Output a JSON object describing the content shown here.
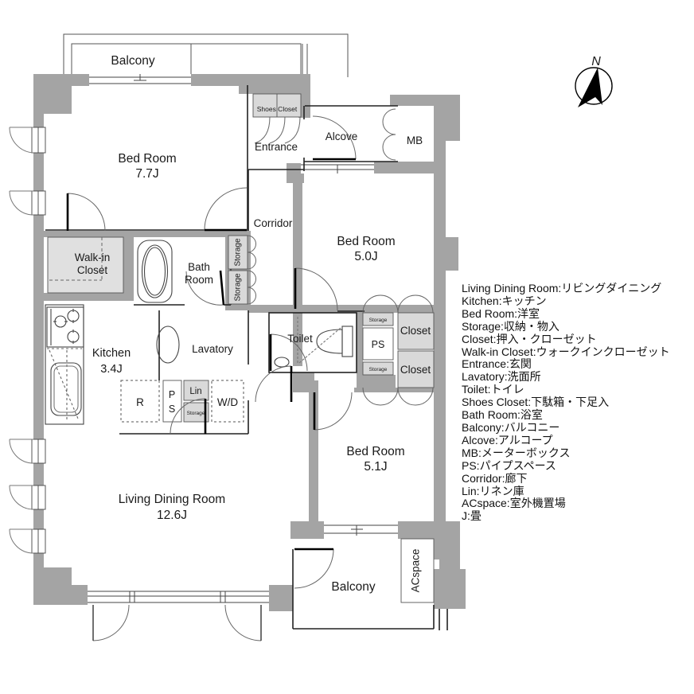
{
  "compass": {
    "north_label": "N"
  },
  "labels": {
    "balcony": "Balcony",
    "bedroom": "Bed Room",
    "bedroom1_size": "7.7J",
    "bedroom2_size": "5.0J",
    "bedroom3_size": "5.1J",
    "shoes_closet": "Shoes Closet",
    "entrance": "Entrance",
    "alcove": "Alcove",
    "mb": "MB",
    "corridor": "Corridor",
    "walk_in_1": "Walk-in",
    "walk_in_2": "Closet",
    "bath_1": "Bath",
    "bath_2": "Room",
    "storage": "Storage",
    "kitchen": "Kitchen",
    "kitchen_size": "3.4J",
    "lavatory": "Lavatory",
    "toilet": "Toilet",
    "ps_p": "P",
    "ps_s": "S",
    "ps": "PS",
    "lin": "Lin",
    "refrigerator": "R",
    "washer_dryer": "W/D",
    "closet": "Closet",
    "living": "Living Dining Room",
    "living_size": "12.6J",
    "acspace": "ACspace"
  },
  "legend": {
    "items": [
      "Living Dining Room:リビングダイニング",
      "Kitchen:キッチン",
      "Bed Room:洋室",
      "Storage:収納・物入",
      "Closet:押入・クローゼット",
      "Walk-in Closet:ウォークインクローゼット",
      "Entrance:玄関",
      "Lavatory:洗面所",
      "Toilet:トイレ",
      "Shoes Closet:下駄箱・下足入",
      "Bath Room:浴室",
      "Balcony:バルコニー",
      "Alcove:アルコープ",
      "MB:メーターボックス",
      "PS:パイプスペース",
      "Corridor:廊下",
      "Lin:リネン庫",
      "ACspace:室外機置場",
      "J:畳"
    ]
  },
  "colors": {
    "wall": "#a4a4a4",
    "storage_fill": "#d9d9d9",
    "outline": "#1a1a1a"
  }
}
